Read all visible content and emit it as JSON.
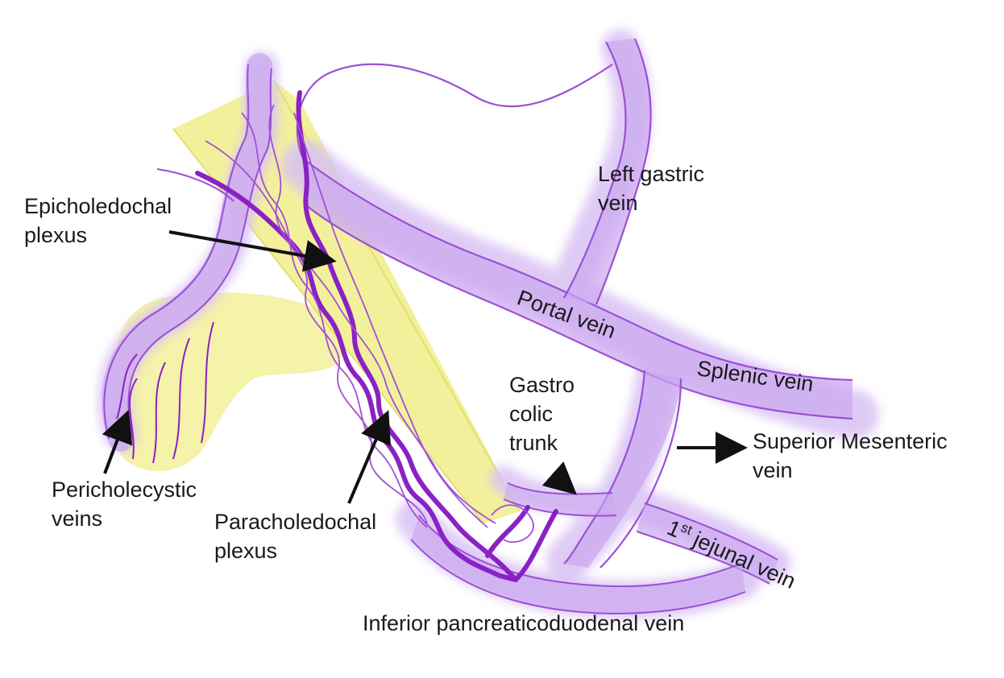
{
  "colors": {
    "vein_fill": "#c9a2ee",
    "vein_glow": "#e2cff6",
    "vein_edge": "#9b4fd6",
    "plexus": "#8a21c4",
    "bile_duct": "#f1ed8a",
    "gallbladder": "#f3f09a",
    "arrow": "#111111",
    "text": "#1a1a1a"
  },
  "labels": {
    "epicholedochal": [
      "Epicholedochal",
      "plexus"
    ],
    "left_gastric": [
      "Left gastric",
      "vein"
    ],
    "portal_vein": "Portal vein",
    "splenic_vein": "Splenic vein",
    "gastrocolic": [
      "Gastro",
      "colic",
      "trunk"
    ],
    "superior_mesenteric": [
      "Superior  Mesenteric",
      "vein"
    ],
    "pericholecystic": [
      "Pericholecystic",
      "veins"
    ],
    "paracholedochal": [
      "Paracholedochal",
      "plexus"
    ],
    "jejunal_prefix": "1",
    "jejunal_sup": "st",
    "jejunal_rest": " jejunal vein",
    "inferior_pd": "Inferior pancreaticoduodenal vein"
  }
}
